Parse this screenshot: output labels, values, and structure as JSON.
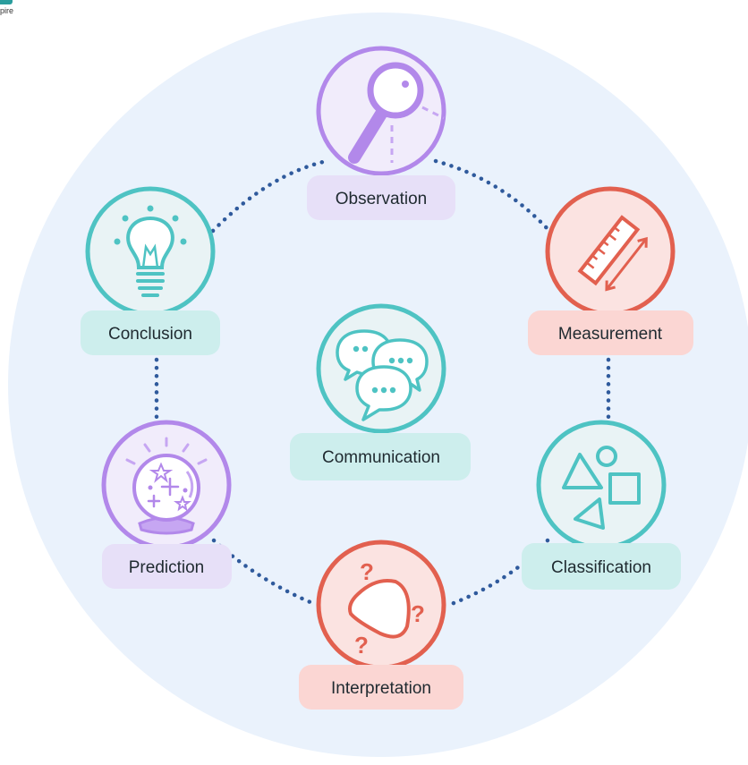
{
  "brand": {
    "text": "pire",
    "color": "#2a9d9d"
  },
  "center": {
    "label": "Communication",
    "icon": "speech-bubbles-icon",
    "color": "#4ec3c3"
  },
  "nodes": [
    {
      "key": "observation",
      "label": "Observation",
      "icon": "magnifying-glass-icon",
      "color": "#b288ea"
    },
    {
      "key": "measurement",
      "label": "Measurement",
      "icon": "ruler-icon",
      "color": "#e2604f"
    },
    {
      "key": "classification",
      "label": "Classification",
      "icon": "shapes-icon",
      "color": "#4ec3c3"
    },
    {
      "key": "interpretation",
      "label": "Interpretation",
      "icon": "question-marks-icon",
      "color": "#e2604f"
    },
    {
      "key": "prediction",
      "label": "Prediction",
      "icon": "crystal-ball-icon",
      "color": "#b288ea"
    },
    {
      "key": "conclusion",
      "label": "Conclusion",
      "icon": "lightbulb-icon",
      "color": "#4ec3c3"
    }
  ],
  "colors": {
    "background_circle": "#eaf2fc",
    "connector": "#2f5a9c",
    "purple": "#b288ea",
    "red": "#e2604f",
    "teal": "#4ec3c3"
  }
}
